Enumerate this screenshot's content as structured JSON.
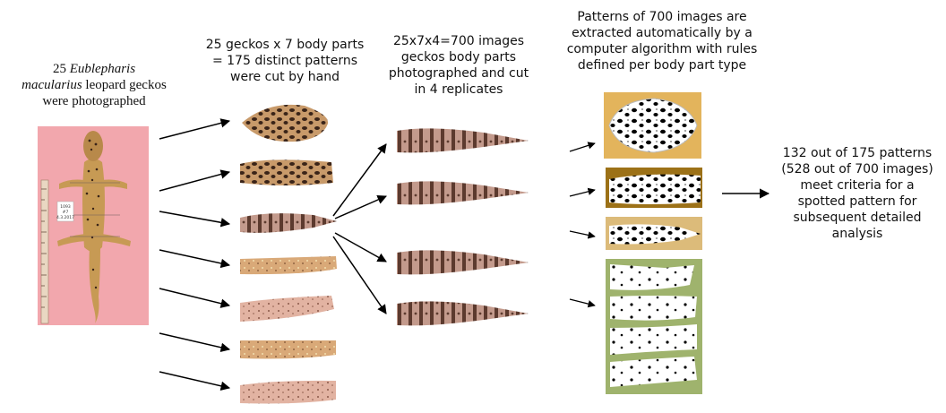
{
  "captions": {
    "col1": {
      "line1_prefix": "25 ",
      "line1_species": "Eublepharis",
      "line2_species": "macularius",
      "line2_rest": " leopard geckos",
      "line3": "were photographed"
    },
    "col2": [
      "25 geckos x 7 body parts",
      "= 175 distinct patterns",
      "were cut by hand"
    ],
    "col3": [
      "25x7x4=700 images",
      "geckos body parts",
      "photographed and cut",
      "in 4 replicates"
    ],
    "col4": [
      "Patterns of 700 images are",
      "extracted automatically by a",
      "computer algorithm with rules",
      "defined per body part type"
    ],
    "col5": [
      "132 out of 175 patterns",
      "(528 out of 700 images)",
      "meet criteria for a",
      "spotted pattern for",
      "subsequent detailed",
      "analysis"
    ]
  },
  "gecko_photo_tag": [
    "1093",
    "#7",
    "4.3.2017"
  ],
  "colors": {
    "photo_background": "#f2a7ad",
    "gecko_body": "#c79a54",
    "pattern_dark": "#3a2418",
    "skin_tan": "#d9a978",
    "skin_pink": "#e2b3a2",
    "mask_gold": "#e3b45c",
    "mask_brown": "#9c7117",
    "mask_sand": "#dcbb7a",
    "mask_green": "#9fb36d"
  }
}
